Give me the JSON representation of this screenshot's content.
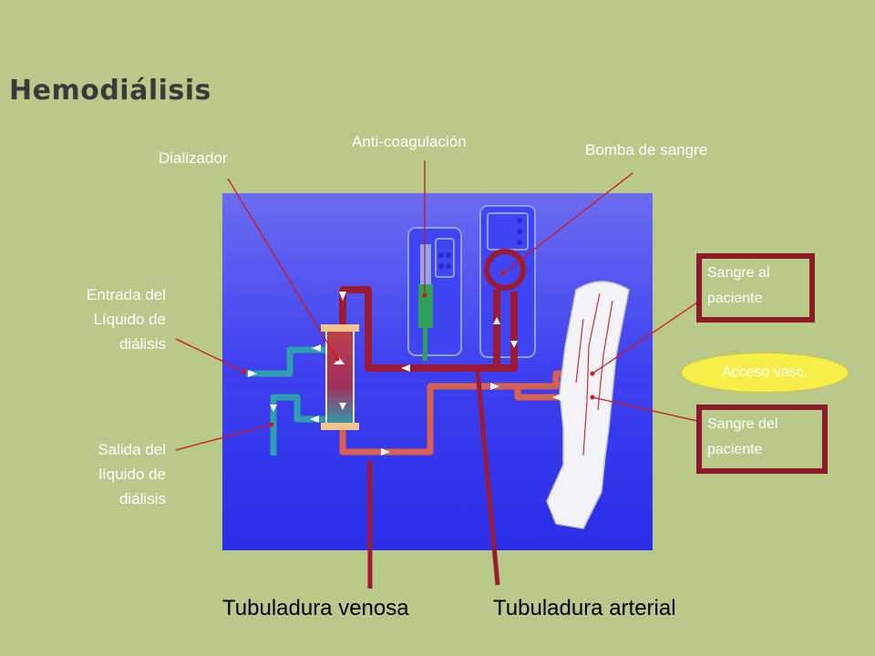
{
  "title": "Hemodiálisis",
  "labels": {
    "dializador": "Dializador",
    "anticoagulacion": "Anti-coagulación",
    "bomba": "Bomba de sangre",
    "entrada": [
      "Entrada del",
      "Líquido de",
      "diálisis"
    ],
    "salida": [
      "Salida del",
      "líquido de",
      "diálisis"
    ],
    "sangre_al": [
      "Sangre al",
      "paciente"
    ],
    "acceso": "Acceso vasc.",
    "sangre_del": [
      "Sangre del",
      "paciente"
    ],
    "tub_venosa": "Tubuladura venosa",
    "tub_arterial": "Tubuladura arterial"
  },
  "colors": {
    "background": "#b8c98a",
    "panel": "#3a3cf2",
    "arterial_tube": "#9b1b35",
    "venous_tube": "#d8604e",
    "dialysate_tube": "#2f9fb0",
    "box_border": "#8b1a2b",
    "oval_fill": "#f7ee4a"
  }
}
